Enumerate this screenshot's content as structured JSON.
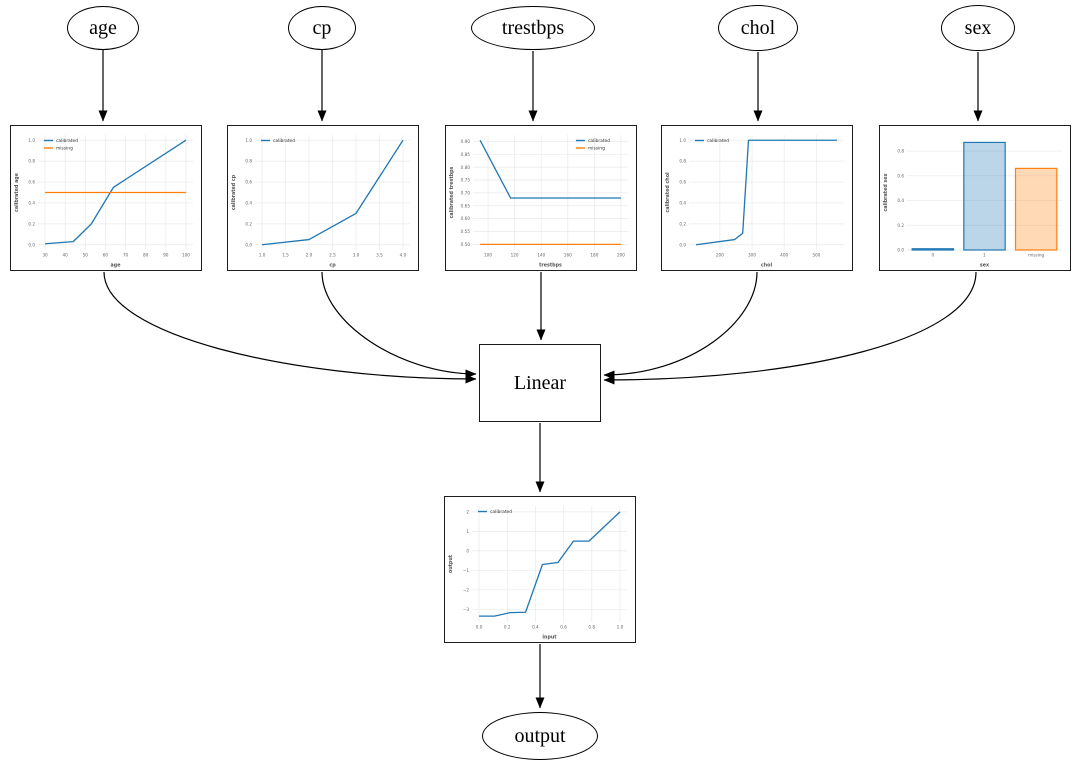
{
  "diagram": {
    "nodes": {
      "age": "age",
      "cp": "cp",
      "trestbps": "trestbps",
      "chol": "chol",
      "sex": "sex",
      "linear": "Linear",
      "output": "output"
    }
  },
  "colors": {
    "calibrated": "#1f77b4",
    "missing": "#ff7f0e",
    "edge": "#000000",
    "grid": "#e9e9e9"
  },
  "chart_data": [
    {
      "id": "age-calibrator",
      "type": "line",
      "title": "",
      "xlabel": "age",
      "ylabel": "calibrated age",
      "xlim": [
        26.5,
        103.5
      ],
      "ylim": [
        -0.05,
        1.05
      ],
      "xticks": {
        "vals": [
          30,
          40,
          50,
          60,
          70,
          80,
          90,
          100
        ],
        "labels": [
          "30",
          "40",
          "50",
          "60",
          "70",
          "80",
          "90",
          "100"
        ]
      },
      "yticks": {
        "vals": [
          0.0,
          0.2,
          0.4,
          0.6,
          0.8,
          1.0
        ],
        "labels": [
          "0.0",
          "0.2",
          "0.4",
          "0.6",
          "0.8",
          "1.0"
        ]
      },
      "grid": true,
      "legend_pos": "tl",
      "series": [
        {
          "name": "calibrated",
          "color": "#1f77b4",
          "points": [
            [
              30,
              0.01
            ],
            [
              44,
              0.03
            ],
            [
              53,
              0.2
            ],
            [
              64,
              0.55
            ],
            [
              100,
              1.0
            ]
          ]
        },
        {
          "name": "missing",
          "color": "#ff7f0e",
          "points": [
            [
              30,
              0.5
            ],
            [
              100,
              0.5
            ]
          ]
        }
      ]
    },
    {
      "id": "cp-calibrator",
      "type": "line",
      "title": "",
      "xlabel": "cp",
      "ylabel": "calibrated cp",
      "xlim": [
        0.85,
        4.15
      ],
      "ylim": [
        -0.05,
        1.05
      ],
      "xticks": {
        "vals": [
          1.0,
          1.5,
          2.0,
          2.5,
          3.0,
          3.5,
          4.0
        ],
        "labels": [
          "1.0",
          "1.5",
          "2.0",
          "2.5",
          "3.0",
          "3.5",
          "4.0"
        ]
      },
      "yticks": {
        "vals": [
          0.0,
          0.2,
          0.4,
          0.6,
          0.8,
          1.0
        ],
        "labels": [
          "0.0",
          "0.2",
          "0.4",
          "0.6",
          "0.8",
          "1.0"
        ]
      },
      "grid": true,
      "legend_pos": "tl",
      "series": [
        {
          "name": "calibrated",
          "color": "#1f77b4",
          "points": [
            [
              1.0,
              0.0
            ],
            [
              2.0,
              0.05
            ],
            [
              3.0,
              0.3
            ],
            [
              4.0,
              1.0
            ]
          ]
        }
      ]
    },
    {
      "id": "trestbps-calibrator",
      "type": "line",
      "title": "",
      "xlabel": "trestbps",
      "ylabel": "calibrated trestbps",
      "xlim": [
        88.7,
        205.3
      ],
      "ylim": [
        0.478,
        0.925
      ],
      "xticks": {
        "vals": [
          100,
          120,
          140,
          160,
          180,
          200
        ],
        "labels": [
          "100",
          "120",
          "140",
          "160",
          "180",
          "200"
        ]
      },
      "yticks": {
        "vals": [
          0.5,
          0.55,
          0.6,
          0.65,
          0.7,
          0.75,
          0.8,
          0.85,
          0.9
        ],
        "labels": [
          "0.50",
          "0.55",
          "0.60",
          "0.65",
          "0.70",
          "0.75",
          "0.80",
          "0.85",
          "0.90"
        ]
      },
      "grid": true,
      "legend_pos": "tr",
      "series": [
        {
          "name": "calibrated",
          "color": "#1f77b4",
          "points": [
            [
              94,
              0.905
            ],
            [
              117,
              0.68
            ],
            [
              200,
              0.68
            ]
          ]
        },
        {
          "name": "missing",
          "color": "#ff7f0e",
          "points": [
            [
              94,
              0.5
            ],
            [
              200,
              0.5
            ]
          ]
        }
      ]
    },
    {
      "id": "chol-calibrator",
      "type": "line",
      "title": "",
      "xlabel": "chol",
      "ylabel": "calibrated chol",
      "xlim": [
        104,
        586
      ],
      "ylim": [
        -0.05,
        1.05
      ],
      "xticks": {
        "vals": [
          200,
          300,
          400,
          500
        ],
        "labels": [
          "200",
          "300",
          "400",
          "500"
        ]
      },
      "yticks": {
        "vals": [
          0.0,
          0.2,
          0.4,
          0.6,
          0.8,
          1.0
        ],
        "labels": [
          "0.0",
          "0.2",
          "0.4",
          "0.6",
          "0.8",
          "1.0"
        ]
      },
      "grid": true,
      "legend_pos": "tl",
      "series": [
        {
          "name": "calibrated",
          "color": "#1f77b4",
          "points": [
            [
              126,
              0.0
            ],
            [
              246,
              0.05
            ],
            [
              271,
              0.11
            ],
            [
              289,
              1.0
            ],
            [
              564,
              1.0
            ]
          ]
        }
      ]
    },
    {
      "id": "sex-calibrator",
      "type": "bar",
      "title": "",
      "xlabel": "sex",
      "ylabel": "calibrated sex",
      "categories": [
        "0",
        "1",
        "missing"
      ],
      "values": [
        0.01,
        0.87,
        0.66
      ],
      "bar_colors": [
        "#1f77b4",
        "#1f77b4",
        "#ff7f0e"
      ],
      "ylim": [
        0,
        0.93
      ],
      "yticks": {
        "vals": [
          0.0,
          0.2,
          0.4,
          0.6,
          0.8
        ],
        "labels": [
          "0.0",
          "0.2",
          "0.4",
          "0.6",
          "0.8"
        ]
      },
      "grid": true,
      "legend_pos": null
    },
    {
      "id": "output-calibrator",
      "type": "line",
      "title": "",
      "xlabel": "input",
      "ylabel": "output",
      "xlim": [
        -0.05,
        1.05
      ],
      "ylim": [
        -3.65,
        2.3
      ],
      "xticks": {
        "vals": [
          0.0,
          0.2,
          0.4,
          0.6,
          0.8,
          1.0
        ],
        "labels": [
          "0.0",
          "0.2",
          "0.4",
          "0.6",
          "0.8",
          "1.0"
        ]
      },
      "yticks": {
        "vals": [
          2,
          1,
          0,
          -1,
          -2,
          -3
        ],
        "labels": [
          "2",
          "1",
          "0",
          "−1",
          "−2",
          "−3"
        ]
      },
      "grid": true,
      "legend_pos": "tl",
      "series": [
        {
          "name": "calibrated",
          "color": "#1f77b4",
          "points": [
            [
              0.0,
              -3.35
            ],
            [
              0.11,
              -3.35
            ],
            [
              0.22,
              -3.17
            ],
            [
              0.33,
              -3.15
            ],
            [
              0.45,
              -0.7
            ],
            [
              0.56,
              -0.6
            ],
            [
              0.67,
              0.5
            ],
            [
              0.78,
              0.5
            ],
            [
              1.0,
              2.0
            ]
          ]
        }
      ]
    }
  ]
}
